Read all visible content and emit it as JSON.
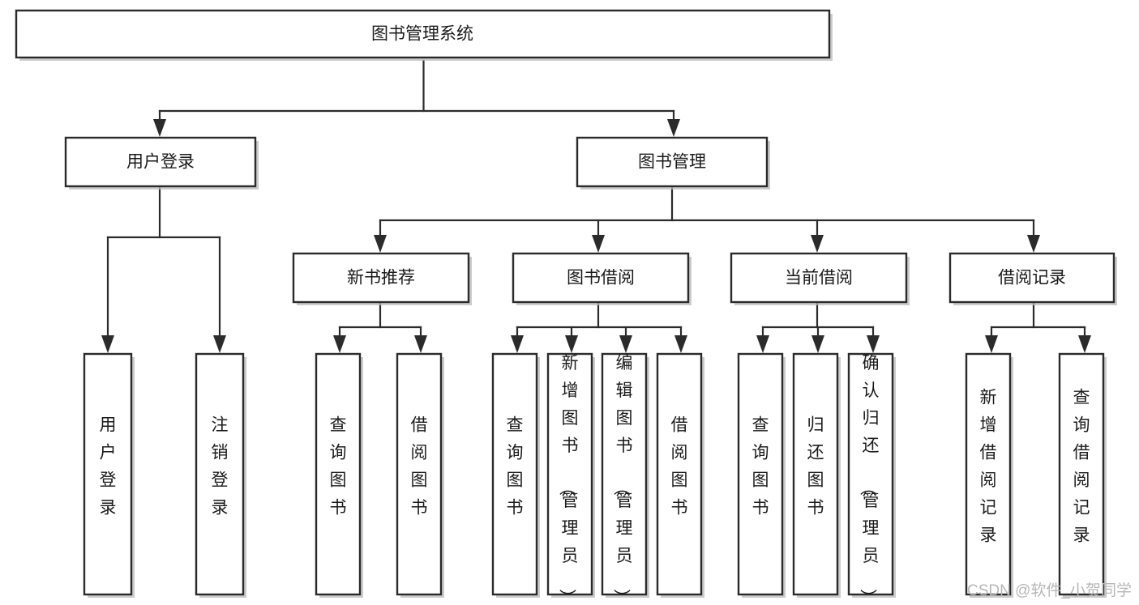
{
  "diagram": {
    "title": "图书管理系统",
    "type": "tree-hierarchy",
    "orientation": "top-down",
    "colors": {
      "box_stroke": "#2b2b2b",
      "box_fill": "#ffffff",
      "text": "#1a1a1a",
      "shadow": "#b9b9b9",
      "watermark": "#b7b7b7",
      "background": "#ffffff"
    },
    "nodes": {
      "root": {
        "label": "图书管理系统",
        "level": 0,
        "orientation": "horizontal"
      },
      "l1_user_login": {
        "label": "用户登录",
        "level": 1,
        "orientation": "horizontal"
      },
      "l1_book_mgmt": {
        "label": "图书管理",
        "level": 1,
        "orientation": "horizontal"
      },
      "l2_new_book_rec": {
        "label": "新书推荐",
        "level": 2,
        "orientation": "horizontal"
      },
      "l2_book_borrow": {
        "label": "图书借阅",
        "level": 2,
        "orientation": "horizontal"
      },
      "l2_current_borrow": {
        "label": "当前借阅",
        "level": 2,
        "orientation": "horizontal"
      },
      "l2_borrow_record": {
        "label": "借阅记录",
        "level": 2,
        "orientation": "horizontal"
      },
      "leaf_user_login": {
        "label": "用户登录",
        "level": 3,
        "orientation": "vertical"
      },
      "leaf_logout": {
        "label": "注销登录",
        "level": 3,
        "orientation": "vertical"
      },
      "leaf_query_book_a": {
        "label": "查询图书",
        "level": 3,
        "orientation": "vertical"
      },
      "leaf_borrow_book_a": {
        "label": "借阅图书",
        "level": 3,
        "orientation": "vertical"
      },
      "leaf_query_book_b": {
        "label": "查询图书",
        "level": 3,
        "orientation": "vertical"
      },
      "leaf_add_book": {
        "label": "新增图书（管理员）",
        "level": 3,
        "orientation": "vertical"
      },
      "leaf_edit_book": {
        "label": "编辑图书（管理员）",
        "level": 3,
        "orientation": "vertical"
      },
      "leaf_borrow_book_b": {
        "label": "借阅图书",
        "level": 3,
        "orientation": "vertical"
      },
      "leaf_query_book_c": {
        "label": "查询图书",
        "level": 3,
        "orientation": "vertical"
      },
      "leaf_return_book": {
        "label": "归还图书",
        "level": 3,
        "orientation": "vertical"
      },
      "leaf_confirm_return": {
        "label": "确认归还（管理员）",
        "level": 3,
        "orientation": "vertical"
      },
      "leaf_add_record": {
        "label": "新增借阅记录",
        "level": 3,
        "orientation": "vertical"
      },
      "leaf_query_record": {
        "label": "查询借阅记录",
        "level": 3,
        "orientation": "vertical"
      }
    },
    "edges": [
      {
        "from": "root",
        "to": "l1_user_login"
      },
      {
        "from": "root",
        "to": "l1_book_mgmt"
      },
      {
        "from": "l1_user_login",
        "to": "leaf_user_login"
      },
      {
        "from": "l1_user_login",
        "to": "leaf_logout"
      },
      {
        "from": "l1_book_mgmt",
        "to": "l2_new_book_rec"
      },
      {
        "from": "l1_book_mgmt",
        "to": "l2_book_borrow"
      },
      {
        "from": "l1_book_mgmt",
        "to": "l2_current_borrow"
      },
      {
        "from": "l1_book_mgmt",
        "to": "l2_borrow_record"
      },
      {
        "from": "l2_new_book_rec",
        "to": "leaf_query_book_a"
      },
      {
        "from": "l2_new_book_rec",
        "to": "leaf_borrow_book_a"
      },
      {
        "from": "l2_book_borrow",
        "to": "leaf_query_book_b"
      },
      {
        "from": "l2_book_borrow",
        "to": "leaf_add_book"
      },
      {
        "from": "l2_book_borrow",
        "to": "leaf_edit_book"
      },
      {
        "from": "l2_book_borrow",
        "to": "leaf_borrow_book_b"
      },
      {
        "from": "l2_current_borrow",
        "to": "leaf_query_book_c"
      },
      {
        "from": "l2_current_borrow",
        "to": "leaf_return_book"
      },
      {
        "from": "l2_current_borrow",
        "to": "leaf_confirm_return"
      },
      {
        "from": "l2_borrow_record",
        "to": "leaf_add_record"
      },
      {
        "from": "l2_borrow_record",
        "to": "leaf_query_record"
      }
    ]
  },
  "watermark": {
    "text": "CSDN @软件_小贺同学"
  }
}
